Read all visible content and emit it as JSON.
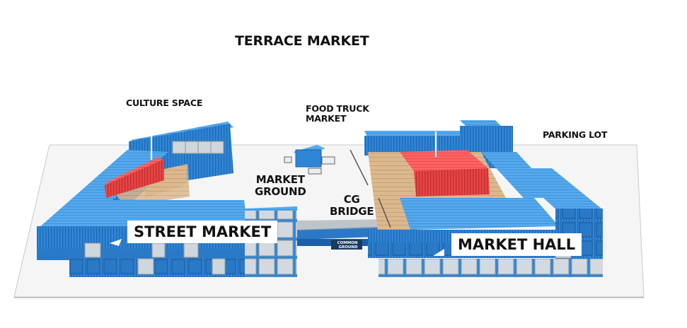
{
  "labels": {
    "terrace_market": "TERRACE MARKET",
    "culture_space": "CULTURE SPACE",
    "food_truck_market": "FOOD TRUCK\nMARKET",
    "parking_lot": "PARKING LOT",
    "market_ground": "MARKET\nGROUND",
    "cg_bridge": "CG\nBRIDGE",
    "street_market": "STREET MARKET",
    "market_hall": "MARKET HALL"
  },
  "bridge_sign": "COMMON\nGROUND",
  "colors": {
    "container_blue": "#2f86d6",
    "container_blue_light": "#55a9ec",
    "container_blue_dark": "#1d5fa6",
    "container_red": "#e64545",
    "deck_wood": "#d9b48a",
    "glass": "#cfd6dc",
    "ground": "#f4f4f4"
  }
}
